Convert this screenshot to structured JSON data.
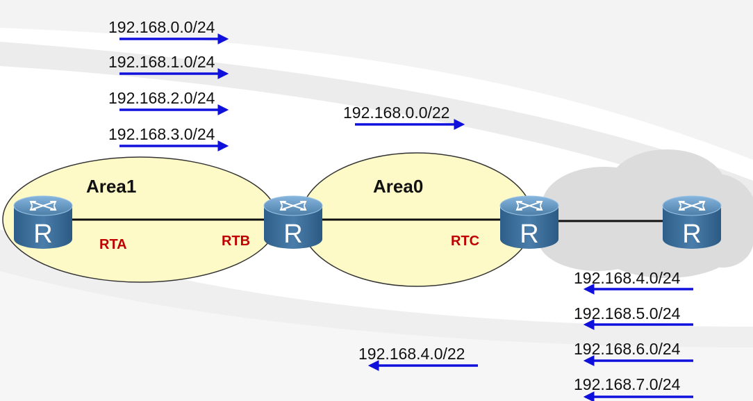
{
  "areas": {
    "area1": "Area1",
    "area0": "Area0"
  },
  "routers": {
    "rta": "RTA",
    "rtb": "RTB",
    "rtc": "RTC"
  },
  "routes_area1": [
    "192.168.0.0/24",
    "192.168.1.0/24",
    "192.168.2.0/24",
    "192.168.3.0/24"
  ],
  "summary_area1": "192.168.0.0/22",
  "routes_external": [
    "192.168.4.0/24",
    "192.168.5.0/24",
    "192.168.6.0/24",
    "192.168.7.0/24"
  ],
  "summary_external": "192.168.4.0/22",
  "router_icon_letter": "R",
  "colors": {
    "arrow": "#1010dd",
    "router_label": "#c00000",
    "area_fill": "#fdfac8",
    "router_body": "#3e6f9a",
    "cloud": "#dcdcdc"
  }
}
